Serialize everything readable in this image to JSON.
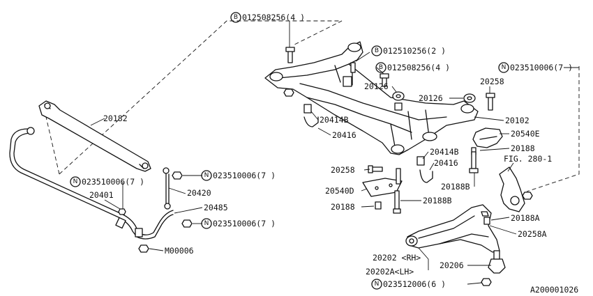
{
  "diagram": {
    "page_code": "A200001026",
    "labels": {
      "b_bolt_1": "012508256(4 )",
      "b_bolt_2": "012510256(2 )",
      "b_bolt_3": "012508256(4 )",
      "n_nut_top": "023510006(7 )",
      "n_nut_left": "023510006(7 )",
      "n_nut_link_top": "023510006(7 )",
      "n_nut_link_bottom": "023510006(7 )",
      "n_nut_arm": "023512006(6 )",
      "p20182": "20182",
      "p20401": "20401",
      "p20420": "20420",
      "p20485": "20485",
      "pM00006": "M00006",
      "p20126_a": "20126",
      "p20126_b": "20126",
      "p20258_top": "20258",
      "p20102": "20102",
      "p20414B_a": "20414B",
      "p20416_a": "20416",
      "p20540E": "20540E",
      "p20188_right": "20188",
      "p20414B_b": "20414B",
      "p20416_b": "20416",
      "fig_ref": "FIG. 280-1",
      "p20258_left": "20258",
      "p20188B_a": "20188B",
      "p20540D": "20540D",
      "p20188B_b": "20188B",
      "p20188_left": "20188",
      "p20188A": "20188A",
      "p20258A": "20258A",
      "p20202_rh": "20202 <RH>",
      "p20202A_lh": "20202A<LH>",
      "p20206": "20206"
    },
    "circle_letters": {
      "b": "B",
      "n": "N"
    }
  }
}
